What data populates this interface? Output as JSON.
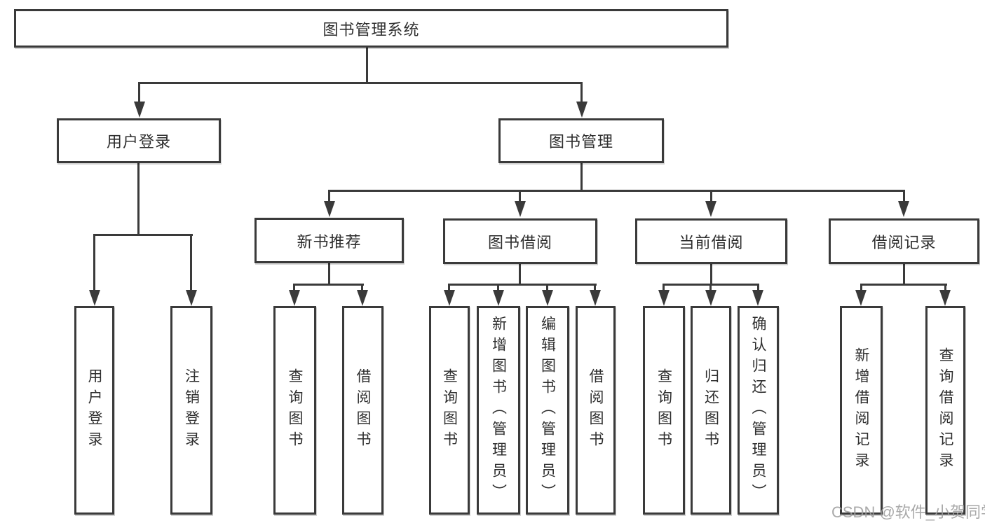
{
  "colors": {
    "line": "#3a3a3a",
    "text": "#2e2e2e",
    "background": "#ffffff",
    "watermark": "#9e9e9e"
  },
  "watermark": {
    "text": "CSDN @软件_小贺同学"
  },
  "tree": {
    "root": {
      "label": "图书管理系统",
      "children": [
        {
          "label": "用户登录",
          "children": [
            {
              "label": "用户登录"
            },
            {
              "label": "注销登录"
            }
          ]
        },
        {
          "label": "图书管理",
          "children": [
            {
              "label": "新书推荐",
              "children": [
                {
                  "label": "查询图书"
                },
                {
                  "label": "借阅图书"
                }
              ]
            },
            {
              "label": "图书借阅",
              "children": [
                {
                  "label": "查询图书"
                },
                {
                  "label": "新增图书（管理员）"
                },
                {
                  "label": "编辑图书（管理员）"
                },
                {
                  "label": "借阅图书"
                }
              ]
            },
            {
              "label": "当前借阅",
              "children": [
                {
                  "label": "查询图书"
                },
                {
                  "label": "归还图书"
                },
                {
                  "label": "确认归还（管理员）"
                }
              ]
            },
            {
              "label": "借阅记录",
              "children": [
                {
                  "label": "新增借阅记录"
                },
                {
                  "label": "查询借阅记录"
                }
              ]
            }
          ]
        }
      ]
    }
  }
}
